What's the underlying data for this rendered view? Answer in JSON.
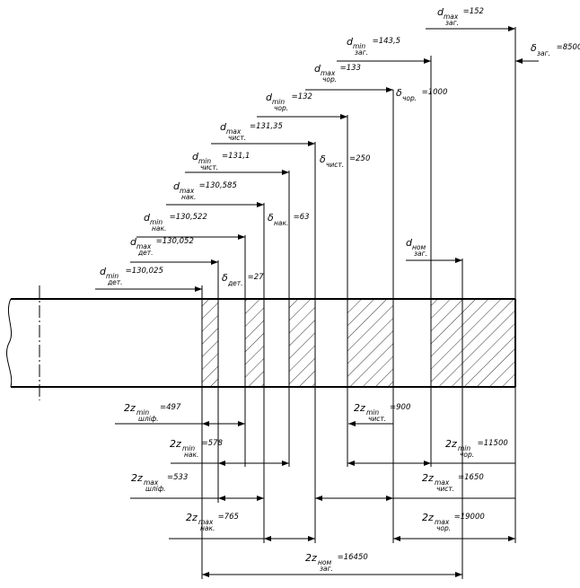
{
  "top_labels": [
    {
      "id": "d-max-zag",
      "sym": "d",
      "sub1": "max",
      "sub2": "заг.",
      "val": "=152"
    },
    {
      "id": "d-min-zag",
      "sym": "d",
      "sub1": "min",
      "sub2": "заг.",
      "val": "=143,5"
    },
    {
      "id": "delta-zag",
      "sym": "δ",
      "sub1": "",
      "sub2": "заг.",
      "val": "=8500"
    },
    {
      "id": "d-max-chor",
      "sym": "d",
      "sub1": "max",
      "sub2": "чор.",
      "val": "=133"
    },
    {
      "id": "d-min-chor",
      "sym": "d",
      "sub1": "min",
      "sub2": "чор.",
      "val": "=132"
    },
    {
      "id": "delta-chor",
      "sym": "δ",
      "sub1": "",
      "sub2": "чор.",
      "val": "=1000"
    },
    {
      "id": "d-max-chist",
      "sym": "d",
      "sub1": "max",
      "sub2": "чист.",
      "val": "=131,35"
    },
    {
      "id": "d-min-chist",
      "sym": "d",
      "sub1": "min",
      "sub2": "чист.",
      "val": "=131,1"
    },
    {
      "id": "delta-chist",
      "sym": "δ",
      "sub1": "",
      "sub2": "чист.",
      "val": "=250"
    },
    {
      "id": "d-max-nak",
      "sym": "d",
      "sub1": "max",
      "sub2": "нак.",
      "val": "=130,585"
    },
    {
      "id": "delta-nak",
      "sym": "δ",
      "sub1": "",
      "sub2": "нак.",
      "val": "=63"
    },
    {
      "id": "d-min-nak",
      "sym": "d",
      "sub1": "min",
      "sub2": "нак.",
      "val": "=130,522"
    },
    {
      "id": "d-max-det",
      "sym": "d",
      "sub1": "max",
      "sub2": "дет.",
      "val": "=130,052"
    },
    {
      "id": "d-nom-zag",
      "sym": "d",
      "sub1": "ном",
      "sub2": "заг.",
      "val": ""
    },
    {
      "id": "d-min-det",
      "sym": "d",
      "sub1": "min",
      "sub2": "дет.",
      "val": "=130,025"
    },
    {
      "id": "delta-det",
      "sym": "δ",
      "sub1": "",
      "sub2": "дет.",
      "val": "=27"
    }
  ],
  "bottom_labels": [
    {
      "id": "2z-min-shlif",
      "sym": "2z",
      "sub1": "min",
      "sub2": "шліф.",
      "val": "=497"
    },
    {
      "id": "2z-min-chist",
      "sym": "2z",
      "sub1": "min",
      "sub2": "чист.",
      "val": "=900"
    },
    {
      "id": "2z-min-nak",
      "sym": "2z",
      "sub1": "min",
      "sub2": "нак.",
      "val": "=578"
    },
    {
      "id": "2z-min-chor",
      "sym": "2z",
      "sub1": "min",
      "sub2": "чор.",
      "val": "=11500"
    },
    {
      "id": "2z-max-shlif",
      "sym": "2z",
      "sub1": "max",
      "sub2": "шліф.",
      "val": "=533"
    },
    {
      "id": "2z-max-chist",
      "sym": "2z",
      "sub1": "max",
      "sub2": "чист.",
      "val": "=1650"
    },
    {
      "id": "2z-max-nak",
      "sym": "2z",
      "sub1": "max",
      "sub2": "нак.",
      "val": "=765"
    },
    {
      "id": "2z-max-chor",
      "sym": "2z",
      "sub1": "max",
      "sub2": "чор.",
      "val": "=19000"
    },
    {
      "id": "2z-nom-zag",
      "sym": "2z",
      "sub1": "ном",
      "sub2": "заг.",
      "val": "=16450"
    }
  ]
}
